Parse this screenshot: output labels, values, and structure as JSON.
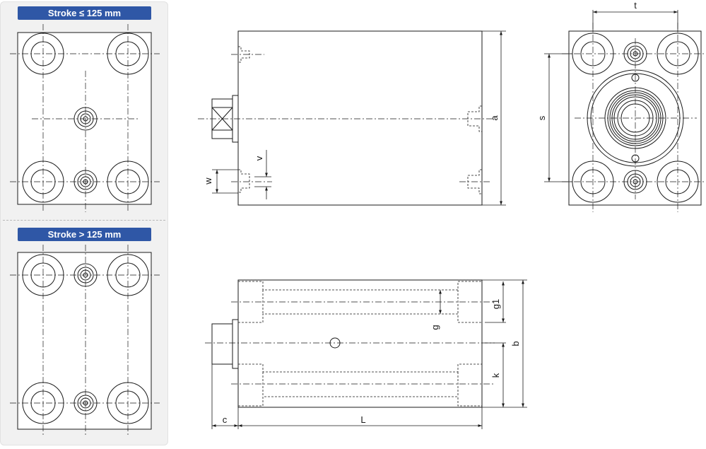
{
  "badges": {
    "top": "Stroke ≤ 125 mm",
    "bottom": "Stroke > 125 mm"
  },
  "dimensions": {
    "t": "t",
    "s": "s",
    "a": "a",
    "v": "v",
    "w": "w",
    "b": "b",
    "g1": "g1",
    "g": "g",
    "k": "k",
    "c": "c",
    "L": "L"
  },
  "colors": {
    "badge_bg": "#2f57a6",
    "panel_bg": "#f1f1f1",
    "line": "#1a1a1a"
  }
}
